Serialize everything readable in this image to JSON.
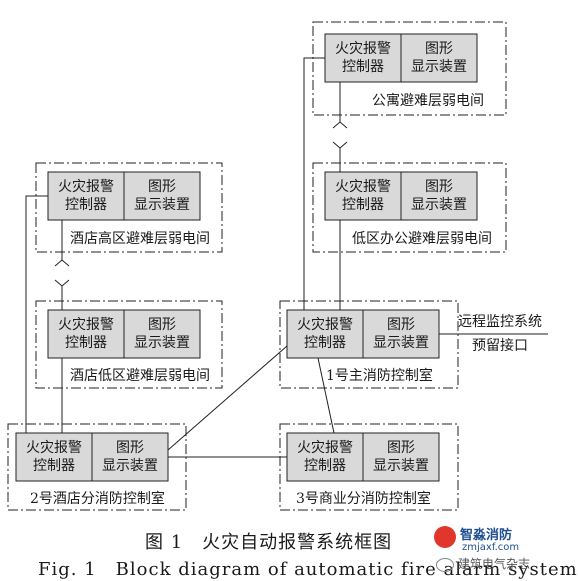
{
  "device": {
    "alarm_controller_line1": "火灾报警",
    "alarm_controller_line2": "控制器",
    "graphic_display_line1": "图形",
    "graphic_display_line2": "显示装置"
  },
  "rooms": {
    "apartment": "公寓避难层弱电间",
    "low_office": "低区办公避难层弱电间",
    "hotel_high": "酒店高区避难层弱电间",
    "hotel_low": "酒店低区避难层弱电间",
    "main_control": "1号主消防控制室",
    "hotel_sub": "2号酒店分消防控制室",
    "commercial_sub": "3号商业分消防控制室"
  },
  "remote": {
    "line1": "远程监控系统",
    "line2": "预留接口"
  },
  "caption": {
    "zh": "图 1　火灾自动报警系统框图",
    "en": "Fig. 1　Block diagram of automatic fire alarm system"
  },
  "watermark": {
    "name": "智淼消防",
    "url": "zmjaxf.com",
    "magazine": "建筑电气杂志"
  }
}
